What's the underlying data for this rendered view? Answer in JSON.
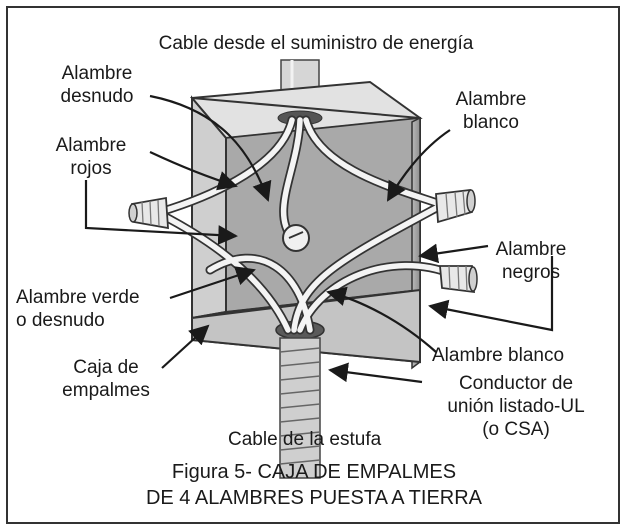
{
  "labels": {
    "top_cable": "Cable desde el suministro de energía",
    "bare_wire": "Alambre\ndesnudo",
    "white_wire_top": "Alambre\nblanco",
    "red_wires": "Alambre\nrojos",
    "black_wires": "Alambre\nnegros",
    "green_wire": "Alambre verde\no desnudo",
    "white_wire_bottom": "Alambre blanco",
    "junction_box": "Caja de\nempalmes",
    "bonding_conductor": "Conductor de\nunión listado-UL\n(o CSA)",
    "range_cable": "Cable de la estufa"
  },
  "caption": {
    "line1": "Figura 5- CAJA DE EMPALMES",
    "line2": "DE 4 ALAMBRES PUESTA A TIERRA"
  }
}
